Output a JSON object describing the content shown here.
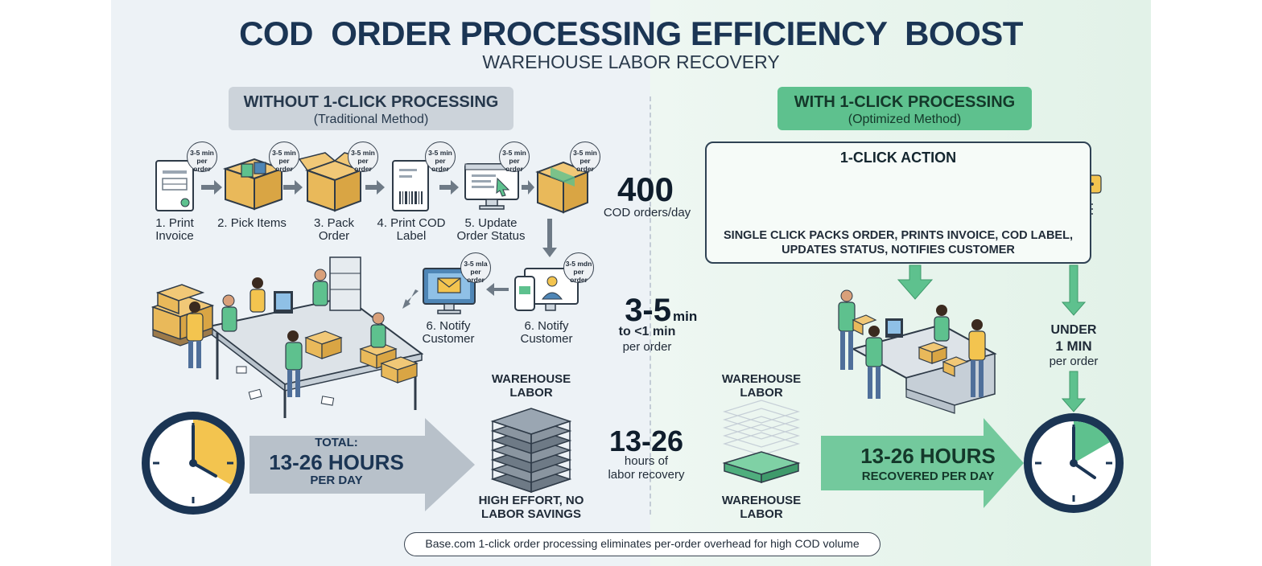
{
  "header": {
    "title": "COD  ORDER PROCESSING EFFICIENCY  BOOST",
    "subtitle": "WAREHOUSE LABOR RECOVERY"
  },
  "left": {
    "header_title": "WITHOUT 1-CLICK PROCESSING",
    "header_subtitle": "(Traditional Method)",
    "badge_text": "3-5 min per order",
    "badge_text_alt": "3-5 mla per order",
    "badge_text_alt2": "3-5 mdn per order",
    "steps": [
      "1. Print Invoice",
      "2. Pick Items",
      "3. Pack Order",
      "4. Print COD Label",
      "5. Update Order Status",
      "6. Notify Customer",
      "6. Notify Customer"
    ],
    "total_label": "TOTAL:",
    "total_value": "13-26 HOURS",
    "total_unit": "PER DAY",
    "labor_label": "WAREHOUSE LABOR",
    "labor_note": "HIGH EFFORT, NO LABOR SAVINGS"
  },
  "center": {
    "orders_value": "400",
    "orders_label": "COD orders/day",
    "time_value": "3-5",
    "time_unit": "min",
    "time_line2": "to <1 min",
    "time_line3": "per order",
    "recovery_value": "13-26",
    "recovery_line1": "hours of",
    "recovery_line2": "labor recovery"
  },
  "right": {
    "header_title": "WITH 1-CLICK PROCESSING",
    "header_subtitle": "(Optimized Method)",
    "action_title": "1-CLICK ACTION",
    "action_desc": "SINGLE CLICK PACKS ORDER, PRINTS INVOICE, COD LABEL, UPDATES STATUS, NOTIFIES CUSTOMER",
    "under_line1": "UNDER",
    "under_line2": "1 MIN",
    "under_line3": "per order",
    "labor_top": "WAREHOUSE LABOR",
    "labor_bottom": "WAREHOUSE LABOR",
    "recovered_value": "13-26 HOURS",
    "recovered_label": "RECOVERED PER DAY"
  },
  "footer": {
    "text": "Base.com 1-click order processing eliminates per-order overhead for high COD volume"
  },
  "colors": {
    "navy": "#1b3554",
    "green": "#5ec18e",
    "box": "#e9b95a",
    "gray": "#aeb8c2",
    "clock_left_fill": "#f3c44f",
    "clock_right_fill": "#5ec18e"
  }
}
